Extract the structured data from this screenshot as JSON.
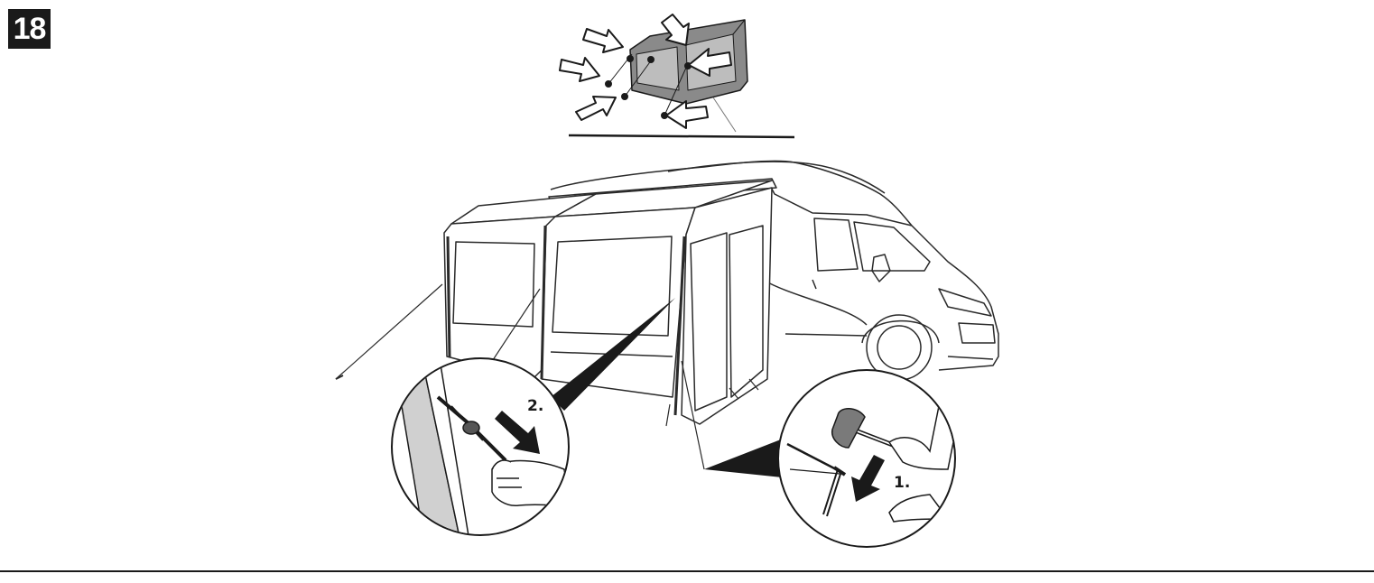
{
  "step": {
    "number": "18"
  },
  "callouts": {
    "left_step": "2.",
    "right_step": "1."
  },
  "colors": {
    "ink": "#1a1a1a",
    "tent_fill": "#8a8a8a",
    "tent_dark": "#4d4d4d",
    "background": "#ffffff"
  }
}
